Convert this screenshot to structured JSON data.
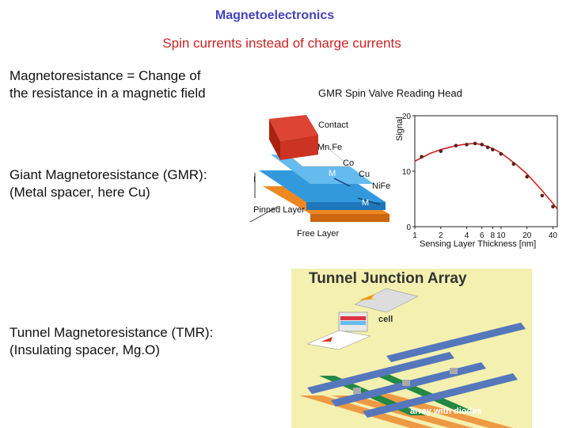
{
  "slide": {
    "title": "Magnetoelectronics",
    "subtitle": "Spin currents instead of charge currents",
    "sections": [
      {
        "line1": "Magnetoresistance = Change of",
        "line2": "the resistance in a magnetic field"
      },
      {
        "line1": "Giant Magnetoresistance (GMR):",
        "line2": "(Metal spacer, here Cu)"
      },
      {
        "line1": "Tunnel Magnetoresistance (TMR):",
        "line2": "(Insulating spacer, Mg.O)"
      }
    ]
  },
  "gmr_figure": {
    "header": "GMR  Spin Valve  Reading Head",
    "labels": {
      "contact": "Contact",
      "mnfe": "Mn.Fe",
      "co": "Co",
      "m_upper": "M",
      "cu": "Cu",
      "nife": "NiFe",
      "m_lower": "M",
      "current": "I",
      "pinned": "Pinned Layer",
      "free": "Free Layer"
    },
    "colors": {
      "contact": "#cc3322",
      "layer_blue": "#3399dd",
      "layer_orange": "#ee8822",
      "curve": "#cc2222"
    }
  },
  "tunnel_figure": {
    "title": "Tunnel Junction Array",
    "cell_label": "cell",
    "diodes_label": "array with diodes",
    "colors": {
      "background": "#f4f0b0",
      "bar_blue": "#5577bb",
      "bar_orange": "#ee9944",
      "bar_green": "#228844"
    }
  },
  "chart_data": {
    "type": "line",
    "title": "",
    "xlabel": "Sensing Layer Thickness  [nm]",
    "ylabel": "Signal",
    "x_scale": "log",
    "xlim": [
      1,
      45
    ],
    "ylim": [
      0,
      20
    ],
    "x_tick_labels": [
      "1",
      "2",
      "4",
      "6",
      "8",
      "10",
      "20",
      "40"
    ],
    "y_tick_labels": [
      "0",
      "10",
      "20"
    ],
    "series": [
      {
        "x": [
          1.2,
          2,
          3,
          4,
          5,
          6,
          7,
          8,
          10,
          14,
          20,
          30,
          40
        ],
        "values": [
          12.6,
          13.6,
          14.6,
          14.8,
          15.0,
          14.8,
          14.3,
          13.9,
          13.1,
          11.3,
          9.0,
          5.6,
          3.6
        ]
      },
      {
        "x": [
          1,
          1.5,
          2,
          3,
          4,
          5,
          6,
          8,
          10,
          15,
          20,
          30,
          40,
          45
        ],
        "values": [
          11.8,
          13.2,
          13.9,
          14.6,
          14.9,
          15.0,
          14.8,
          14.1,
          13.3,
          11.2,
          9.5,
          6.5,
          4.2,
          3.2
        ]
      }
    ]
  }
}
